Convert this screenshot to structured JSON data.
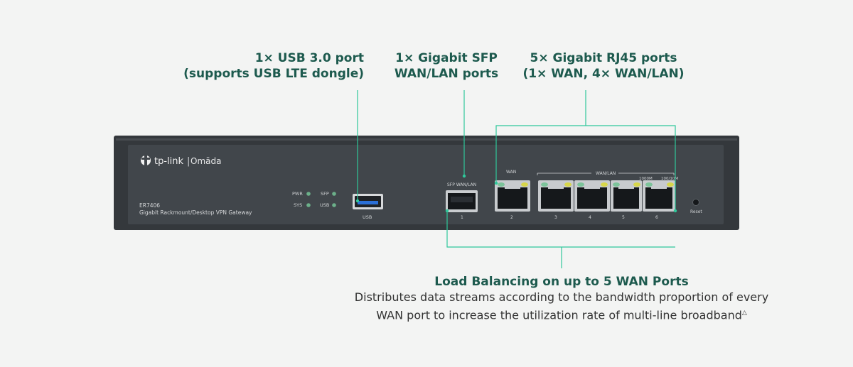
{
  "callouts": {
    "usb": {
      "line1": "1× USB 3.0 port",
      "line2": "(supports USB LTE dongle)"
    },
    "sfp": {
      "line1": "1× Gigabit SFP",
      "line2": "WAN/LAN ports"
    },
    "rj45": {
      "line1": "5× Gigabit RJ45 ports",
      "line2": "(1× WAN, 4× WAN/LAN)"
    },
    "load_balancing": {
      "title": "Load Balancing on up to 5 WAN Ports",
      "desc_line1": "Distributes data streams according to the bandwidth proportion of every",
      "desc_line2": "WAN port to increase the utilization rate of multi-line broadband",
      "footnote_mark": "△"
    }
  },
  "device": {
    "brand": "tp-link",
    "sub_brand": "Omāda",
    "model": "ER7406",
    "description": "Gigabit Rackmount/Desktop VPN Gateway",
    "leds": {
      "pwr": "PWR",
      "sys": "SYS",
      "sfp": "SFP",
      "usb": "USB"
    },
    "usb_label": "USB",
    "sfp_header": "SFP WAN/LAN",
    "wan_header": "WAN",
    "wanlan_header": "WAN/LAN",
    "speed_1000": "1000M",
    "speed_100": "100/10M",
    "reset_label": "Reset",
    "port_numbers": [
      "1",
      "2",
      "3",
      "4",
      "5",
      "6"
    ]
  },
  "colors": {
    "accent": "#2fc79a",
    "text_accent": "#1d5a4e",
    "chassis": "#3b3f44",
    "led_green": "#6cb08a",
    "led_yellow": "#d7d64a"
  }
}
